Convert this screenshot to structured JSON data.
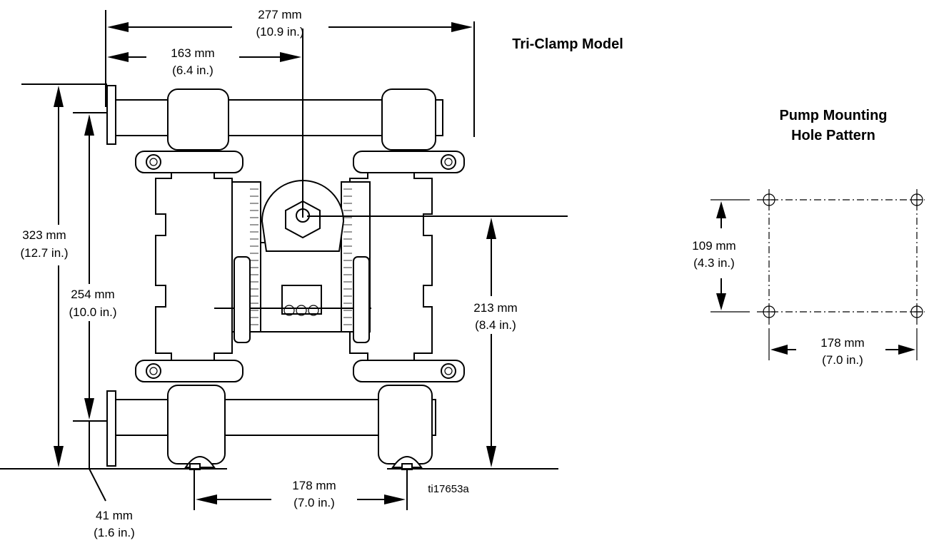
{
  "titles": {
    "model": "Tri-Clamp Model",
    "pattern_line1": "Pump Mounting",
    "pattern_line2": "Hole Pattern"
  },
  "dimensions": {
    "overall_width": {
      "mm": "277 mm",
      "in": "(10.9 in.)"
    },
    "center_width": {
      "mm": "163 mm",
      "in": "(6.4 in.)"
    },
    "overall_height": {
      "mm": "323 mm",
      "in": "(12.7 in.)"
    },
    "inlet_height": {
      "mm": "254 mm",
      "in": "(10.0 in.)"
    },
    "air_inlet_height": {
      "mm": "213 mm",
      "in": "(8.4 in.)"
    },
    "foot_spacing": {
      "mm": "178 mm",
      "in": "(7.0 in.)"
    },
    "outlet_height": {
      "mm": "41 mm",
      "in": "(1.6 in.)"
    },
    "hole_vertical": {
      "mm": "109 mm",
      "in": "(4.3 in.)"
    },
    "hole_horizontal": {
      "mm": "178 mm",
      "in": "(7.0 in.)"
    }
  },
  "figure_id": "ti17653a"
}
